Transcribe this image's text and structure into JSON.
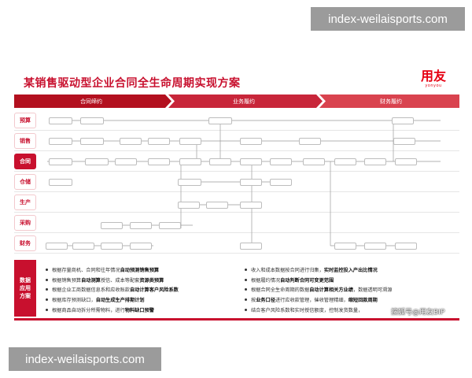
{
  "watermark": {
    "top": "index-weilaisports.com",
    "bottom": "index-weilaisports.com"
  },
  "title": "某销售驱动型企业合同全生命周期实现方案",
  "logo": {
    "main": "用友",
    "sub": "yonyou"
  },
  "colors": {
    "brand_red": "#c8102e",
    "phase_dark": "#b3101f",
    "phase_light": "#d9434f"
  },
  "phases": [
    "合同缔约",
    "业务履约",
    "财务履约"
  ],
  "rows": [
    {
      "label": "预算",
      "active": false
    },
    {
      "label": "销售",
      "active": false
    },
    {
      "label": "合同",
      "active": true
    },
    {
      "label": "仓储",
      "active": false
    },
    {
      "label": "生产",
      "active": false
    },
    {
      "label": "采购",
      "active": false
    },
    {
      "label": "财务",
      "active": false
    }
  ],
  "bottom": {
    "label": "数据\n应用\n方案",
    "left": [
      [
        {
          "t": "根据存量商机、合同和往年情况"
        },
        {
          "t": "自动预测销售预算",
          "b": true
        }
      ],
      [
        {
          "t": "根据销售预算"
        },
        {
          "t": "自动测算",
          "b": true
        },
        {
          "t": "授信、成本等配套"
        },
        {
          "t": "资源类预算",
          "b": true
        }
      ],
      [
        {
          "t": "根据企业工商数据信息系和应收账款"
        },
        {
          "t": "自动计算客户风险系数",
          "b": true
        }
      ],
      [
        {
          "t": "根据库存预测缺口，"
        },
        {
          "t": "自动生成生产排期计划",
          "b": true
        }
      ],
      [
        {
          "t": "根据商品自动拆分所需物料，进行"
        },
        {
          "t": "物料缺口预警",
          "b": true
        }
      ]
    ],
    "right": [
      [
        {
          "t": "收入和成本数据按合同进行归集，"
        },
        {
          "t": "实时监控投入产出比情况",
          "b": true
        }
      ],
      [
        {
          "t": "根据履约情况"
        },
        {
          "t": "自动判断合同可变更范围",
          "b": true
        }
      ],
      [
        {
          "t": "根据合同全生命周期的数据"
        },
        {
          "t": "自动计算相关方业绩",
          "b": true
        },
        {
          "t": "，数据透明可溯源"
        }
      ],
      [
        {
          "t": "按"
        },
        {
          "t": "业务口径",
          "b": true
        },
        {
          "t": "进行应收款管理，催收管理精细，"
        },
        {
          "t": "缩短回款周期",
          "b": true
        }
      ],
      [
        {
          "t": "结合客户风险系数和实时授信额度，控制发货数量，"
        }
      ]
    ]
  },
  "credit": "搜狐号@用友BIP"
}
